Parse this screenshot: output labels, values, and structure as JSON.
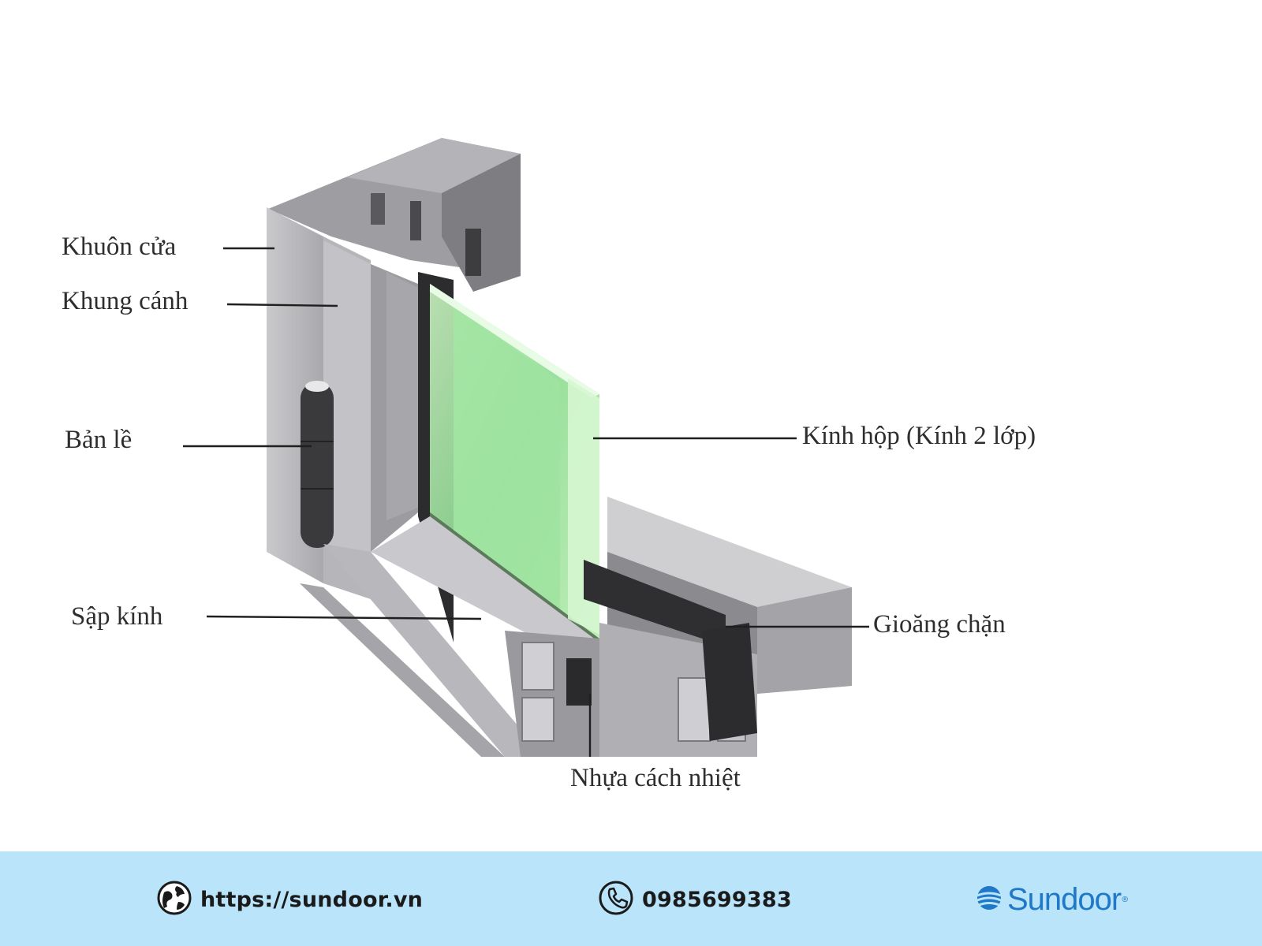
{
  "diagram": {
    "labels": {
      "khuon_cua": "Khuôn cửa",
      "khung_canh": "Khung cánh",
      "ban_le": "Bản lề",
      "sap_kinh": "Sập kính",
      "kinh_hop": "Kính hộp (Kính 2 lớp)",
      "gioang_chan": "Gioăng chặn",
      "nhua_cach_nhiet": "Nhựa cách nhiệt"
    }
  },
  "footer": {
    "website": "https://sundoor.vn",
    "website_icon": "globe-icon",
    "phone": "0985699383",
    "phone_icon": "phone-icon",
    "brand": "Sundoor",
    "brand_mark": "®",
    "brand_color": "#1f78c8",
    "background": "#b9e4f9"
  }
}
